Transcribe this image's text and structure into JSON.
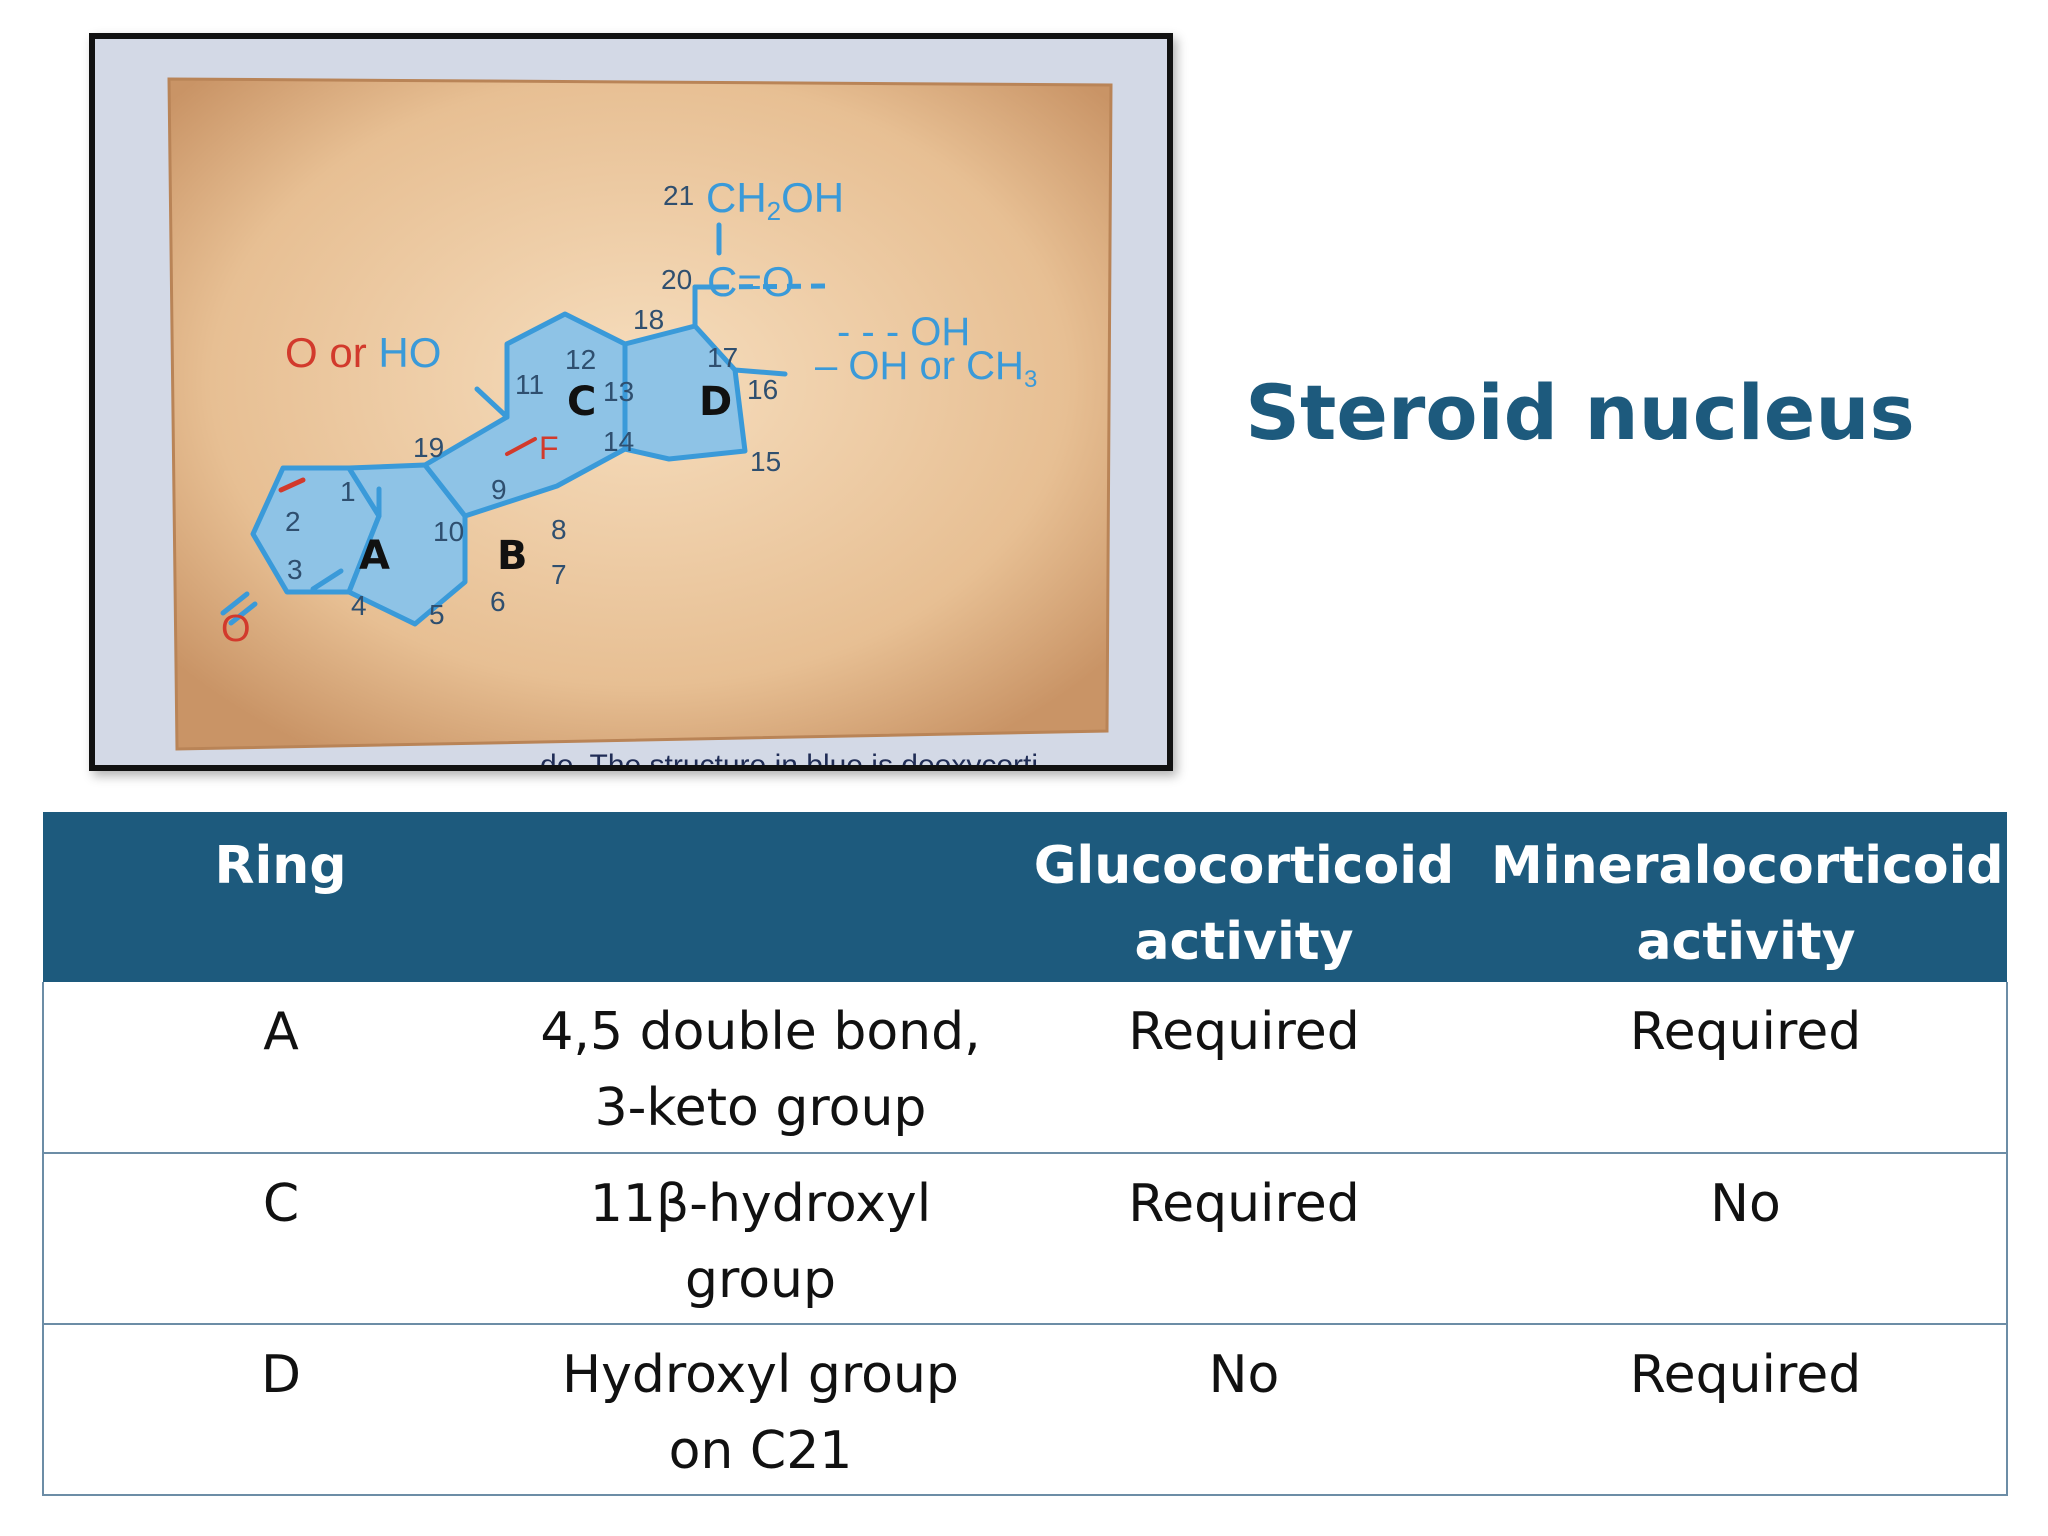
{
  "title": "Steroid nucleus",
  "figure": {
    "substituents": {
      "c21": "CH",
      "c21_sub": "2",
      "c21_tail": "OH",
      "c20": "C=O",
      "c17_alpha": "- - - OH",
      "c16": "– OH or CH",
      "c16_sub": "3",
      "c11_prefix": "O or ",
      "c11_group": "HO",
      "c9": "F"
    },
    "carbon_numbers": [
      "1",
      "2",
      "3",
      "4",
      "5",
      "6",
      "7",
      "8",
      "9",
      "10",
      "11",
      "12",
      "13",
      "14",
      "15",
      "16",
      "17",
      "18",
      "19",
      "20",
      "21"
    ],
    "ring_labels": [
      "A",
      "B",
      "C",
      "D"
    ],
    "keto_oxygen": "O",
    "caption_fragment": "...de. The structure in blue is deoxycorti..."
  },
  "table": {
    "headers": [
      {
        "lines": [
          "Ring"
        ]
      },
      {
        "lines": [
          ""
        ]
      },
      {
        "lines": [
          "Glucocorticoid",
          "activity"
        ]
      },
      {
        "lines": [
          "Mineralocorticoid",
          "activity"
        ]
      }
    ],
    "rows": [
      {
        "ring": "A",
        "feature": [
          "4,5 double bond,",
          "3-keto group"
        ],
        "glucocorticoid": "Required",
        "mineralocorticoid": "Required"
      },
      {
        "ring": "C",
        "feature": [
          "11β-hydroxyl",
          "group"
        ],
        "glucocorticoid": "Required",
        "mineralocorticoid": "No"
      },
      {
        "ring": "D",
        "feature": [
          "Hydroxyl group",
          "on C21"
        ],
        "glucocorticoid": "No",
        "mineralocorticoid": "Required"
      }
    ]
  },
  "colors": {
    "accent": "#1d5a7d",
    "structure_blue": "#3a9ad9",
    "ring_fill": "#8ec3e6",
    "substituent_red": "#d23a2c",
    "page_tan": "#e3b98c"
  }
}
